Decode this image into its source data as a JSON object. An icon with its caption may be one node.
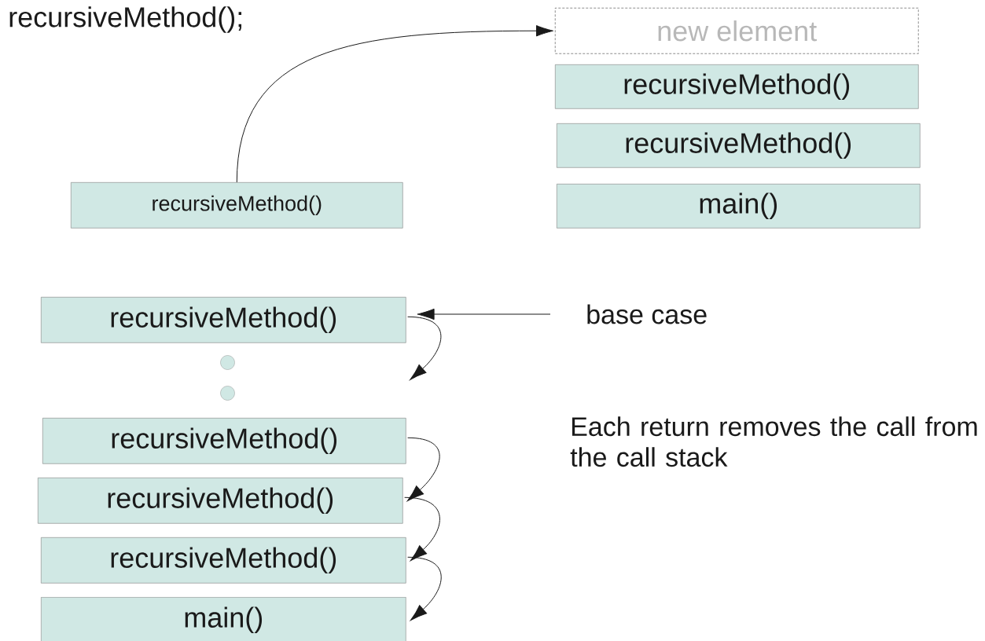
{
  "diagram": {
    "nodes": [
      {
        "text": [
          "recursiveMethod()"
        ]
      },
      {
        "text": [
          "new element"
        ]
      },
      {
        "text": [
          "recursiveMethod()"
        ]
      },
      {
        "text": [
          "recursiveMethod()"
        ]
      },
      {
        "text": [
          "main()"
        ]
      },
      {
        "text": [
          "recursiveMethod()"
        ]
      },
      {
        "text": [],
        "shape": "circle"
      },
      {
        "text": [],
        "shape": "circle"
      },
      {
        "text": [
          "recursiveMethod()"
        ]
      },
      {
        "text": [
          "recursiveMethod()"
        ]
      },
      {
        "text": [
          "recursiveMethod()"
        ]
      },
      {
        "text": [
          "main()"
        ]
      },
      {
        "text": [
          "base case"
        ]
      }
    ],
    "edges": [
      {
        "from": 0,
        "to": 1,
        "arrow": "to"
      },
      {
        "from": 12,
        "to": 5,
        "arrow": "to"
      },
      {
        "from": 5,
        "to": null,
        "arrow": "to"
      },
      {
        "from": 8,
        "to": 9,
        "arrow": "to"
      },
      {
        "from": 9,
        "to": 10,
        "arrow": "to"
      },
      {
        "from": 10,
        "to": 11,
        "arrow": "to"
      }
    ],
    "labels": [
      "recursiveMethod();",
      "Each return removes the call from the call stack"
    ]
  }
}
